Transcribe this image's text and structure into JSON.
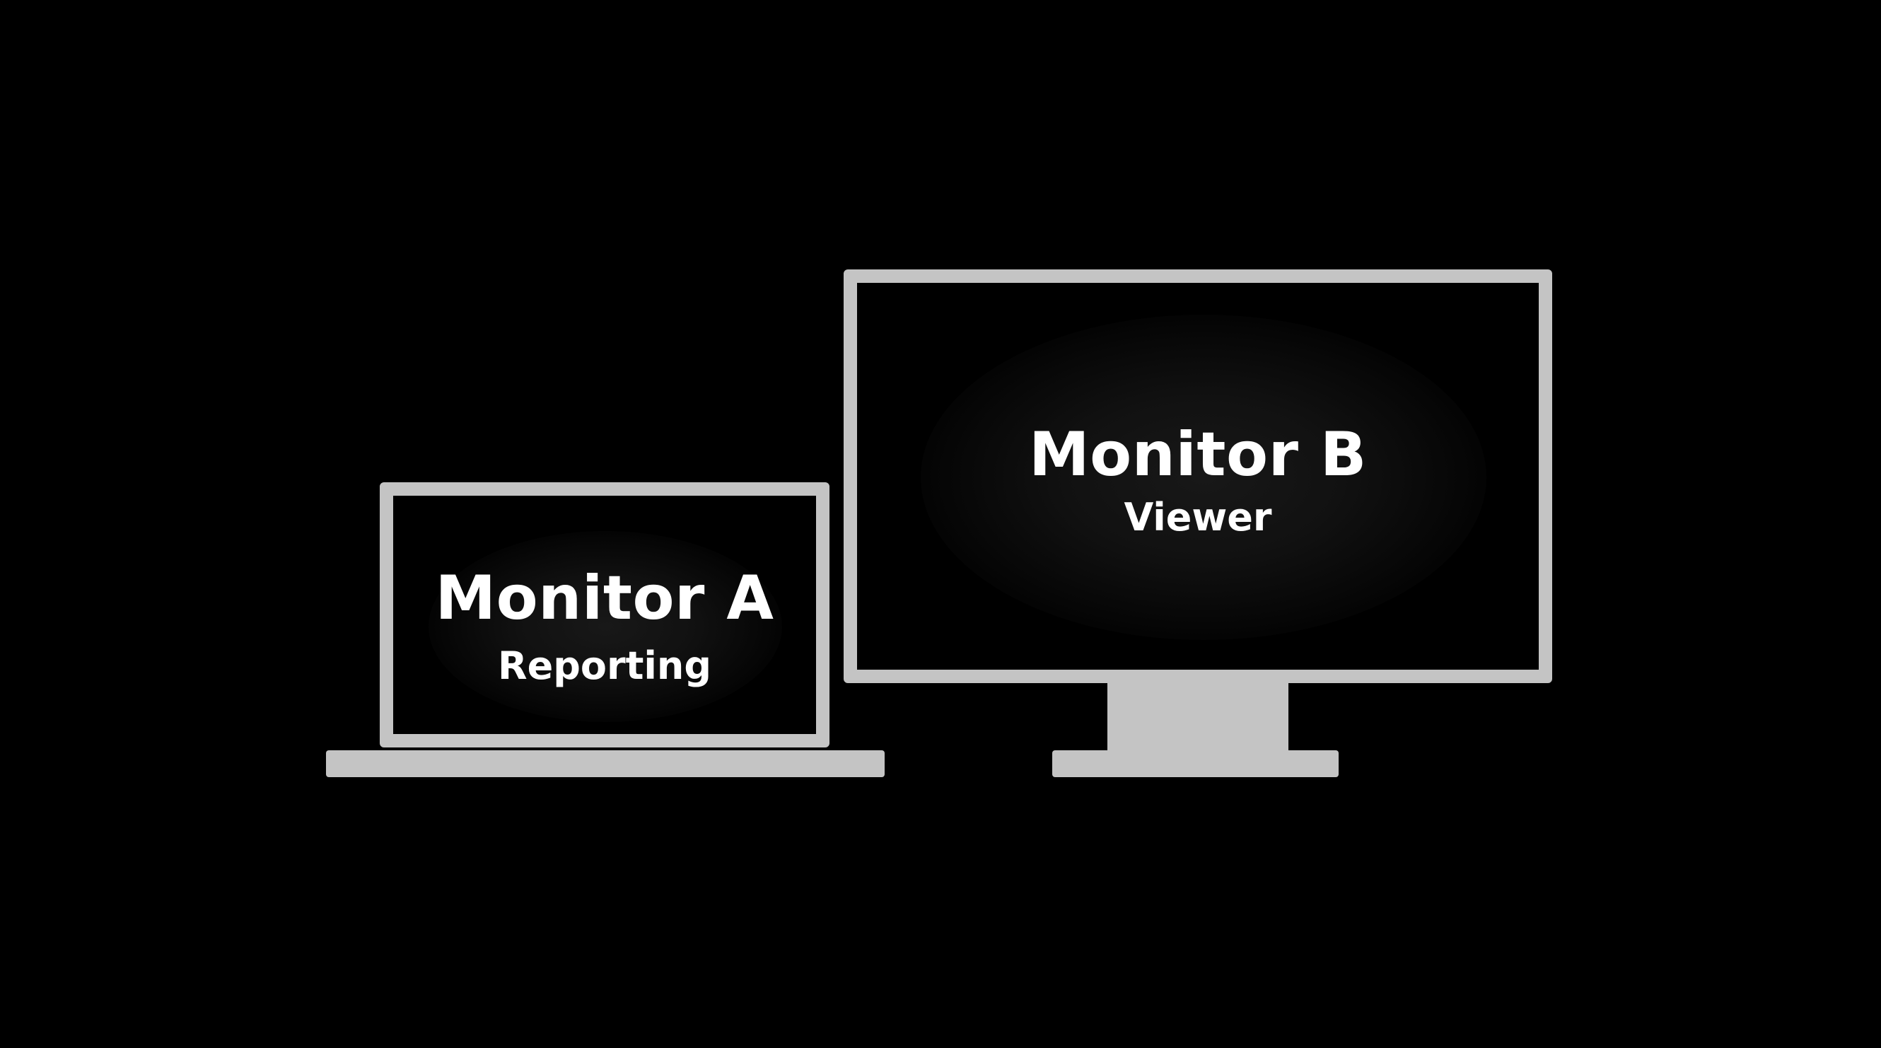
{
  "background_color": "#000000",
  "device_color": "#c4c4c4",
  "text_color": "#ffffff",
  "monitor_a": {
    "device": "laptop",
    "title": "Monitor A",
    "role": "Reporting"
  },
  "monitor_b": {
    "device": "desktop-display",
    "title": "Monitor B",
    "role": "Viewer"
  }
}
